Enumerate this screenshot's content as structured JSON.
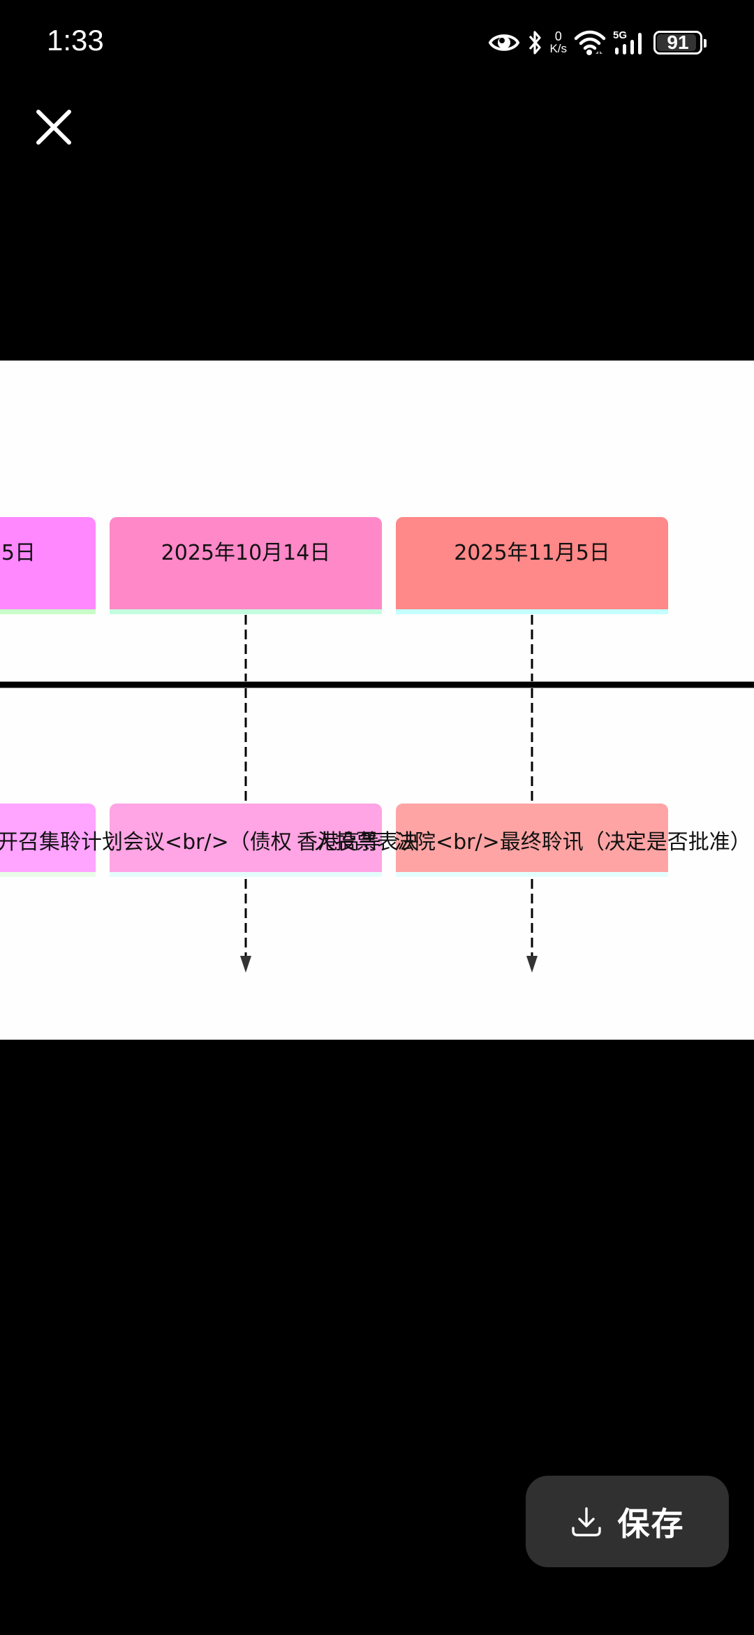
{
  "status_bar": {
    "time": "1:33",
    "net_speed_value": "0",
    "net_speed_unit": "K/s",
    "network_type": "5G",
    "battery_level": "91",
    "icons": [
      "eye-comfort-icon",
      "bluetooth-icon",
      "net-speed-indicator",
      "wifi-icon",
      "cellular-5g-signal-icon",
      "battery-icon"
    ]
  },
  "viewer": {
    "close_icon": "close-icon",
    "save_button_label": "保存",
    "save_icon": "download-icon"
  },
  "diagram": {
    "type": "timeline",
    "colors": {
      "axis": "#000000",
      "connector": "#000000",
      "arrowhead": "#333333"
    },
    "milestones": [
      {
        "date": "5日",
        "event": "召开召集聆计",
        "date_color": "#FF88FF",
        "date_strip_color": "#C8FCC8",
        "event_color": "#FFA4FF",
        "event_strip_color": "#E8FCE8",
        "has_connector": false
      },
      {
        "date": "2025年10月14日",
        "event": "划会议<br/>（债权人投票",
        "event_overlap": "香港高等",
        "date_color": "#FF88C8",
        "date_strip_color": "#C4FCE0",
        "event_color": "#FFA4E4",
        "event_strip_color": "#E4FCFC",
        "has_connector": true
      },
      {
        "date": "2025年11月5日",
        "event": "法院<br/>最终聆讯（决定是否批准）",
        "date_color": "#FF8888",
        "date_strip_color": "#C4FFFF",
        "event_color": "#FFA4A4",
        "event_strip_color": "#E4FEFE",
        "has_connector": true
      }
    ],
    "event_text_runs": [
      "召开召集聆计划会议<br/>（债权",
      "香港高等",
      "人投票表决",
      "法院<br/>最终聆讯（决定是否批准）"
    ]
  }
}
